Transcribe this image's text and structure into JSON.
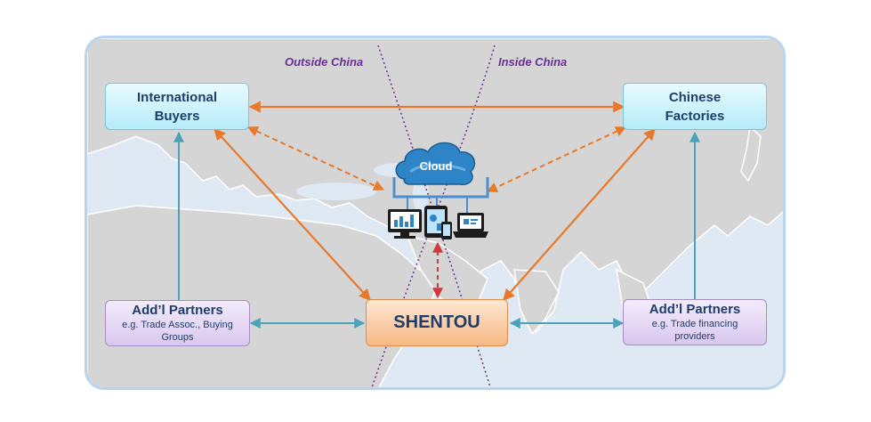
{
  "zones": {
    "outside": "Outside China",
    "inside": "Inside China"
  },
  "cloud": {
    "label": "Cloud"
  },
  "nodes": {
    "international_buyers": {
      "line1": "International",
      "line2": "Buyers"
    },
    "chinese_factories": {
      "line1": "Chinese",
      "line2": "Factories"
    },
    "partners_left": {
      "title": "Add’l Partners",
      "sub1": "e.g. Trade Assoc., Buying",
      "sub2": "Groups"
    },
    "partners_right": {
      "title": "Add’l Partners",
      "sub1": "e.g. Trade financing",
      "sub2": "providers"
    },
    "shentou": {
      "label": "SHENTOU"
    }
  },
  "colors": {
    "orange_arrow": "#e8792b",
    "teal_arrow": "#4aa3b8",
    "red_arrow": "#d03a3a",
    "border_line": "#6a2f96",
    "land": "#d5d5d5",
    "sea": "#dfe9f3"
  },
  "icons": [
    "cloud-icon",
    "desktop-icon",
    "tablet-icon",
    "phone-icon",
    "laptop-icon"
  ]
}
